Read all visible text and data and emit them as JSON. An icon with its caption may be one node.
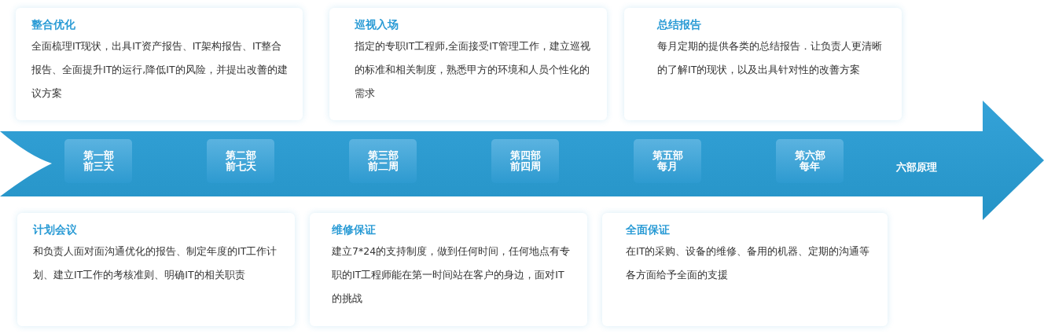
{
  "diagram": {
    "nodes": [
      {
        "text": [
          "整合优化",
          "全面梳理IT现状，出具IT资产报告、IT架构报告、IT整合报告、全面提升IT的运行,降低IT的风险，并提出改善的建议方案"
        ]
      },
      {
        "text": [
          "巡视入场",
          "指定的专职IT工程师,全面接受IT管理工作，建立巡视的标准和相关制度，熟悉甲方的环境和人员个性化的需求"
        ]
      },
      {
        "text": [
          "总结报告",
          "每月定期的提供各类的总结报告．让负责人更清晰的了解IT的现状，以及出具针对性的改善方案"
        ]
      },
      {
        "text": [
          "六部原理"
        ]
      },
      {
        "text": [
          "第一部",
          "前三天"
        ],
        "in": 3
      },
      {
        "text": [
          "第二部",
          "前七天"
        ],
        "in": 3
      },
      {
        "text": [
          "第三部",
          "前二周"
        ],
        "in": 3
      },
      {
        "text": [
          "第四部",
          "前四周"
        ],
        "in": 3
      },
      {
        "text": [
          "第五部",
          "每月"
        ],
        "in": 3
      },
      {
        "text": [
          "第六部",
          "每年"
        ],
        "in": 3
      },
      {
        "text": [
          "计划会议",
          "和负责人面对面沟通优化的报告、制定年度的IT工作计划、建立IT工作的考核准则、明确IT的相关职责"
        ]
      },
      {
        "text": [
          "维修保证",
          "建立7*24的支持制度，做到任何时间，任何地点有专职的IT工程师能在第一时间站在客户的身边，面对IT的挑战"
        ]
      },
      {
        "text": [
          "全面保证",
          "在IT的采购、设备的维修、备用的机器、定期的沟通等各方面给予全面的支援"
        ]
      }
    ]
  }
}
